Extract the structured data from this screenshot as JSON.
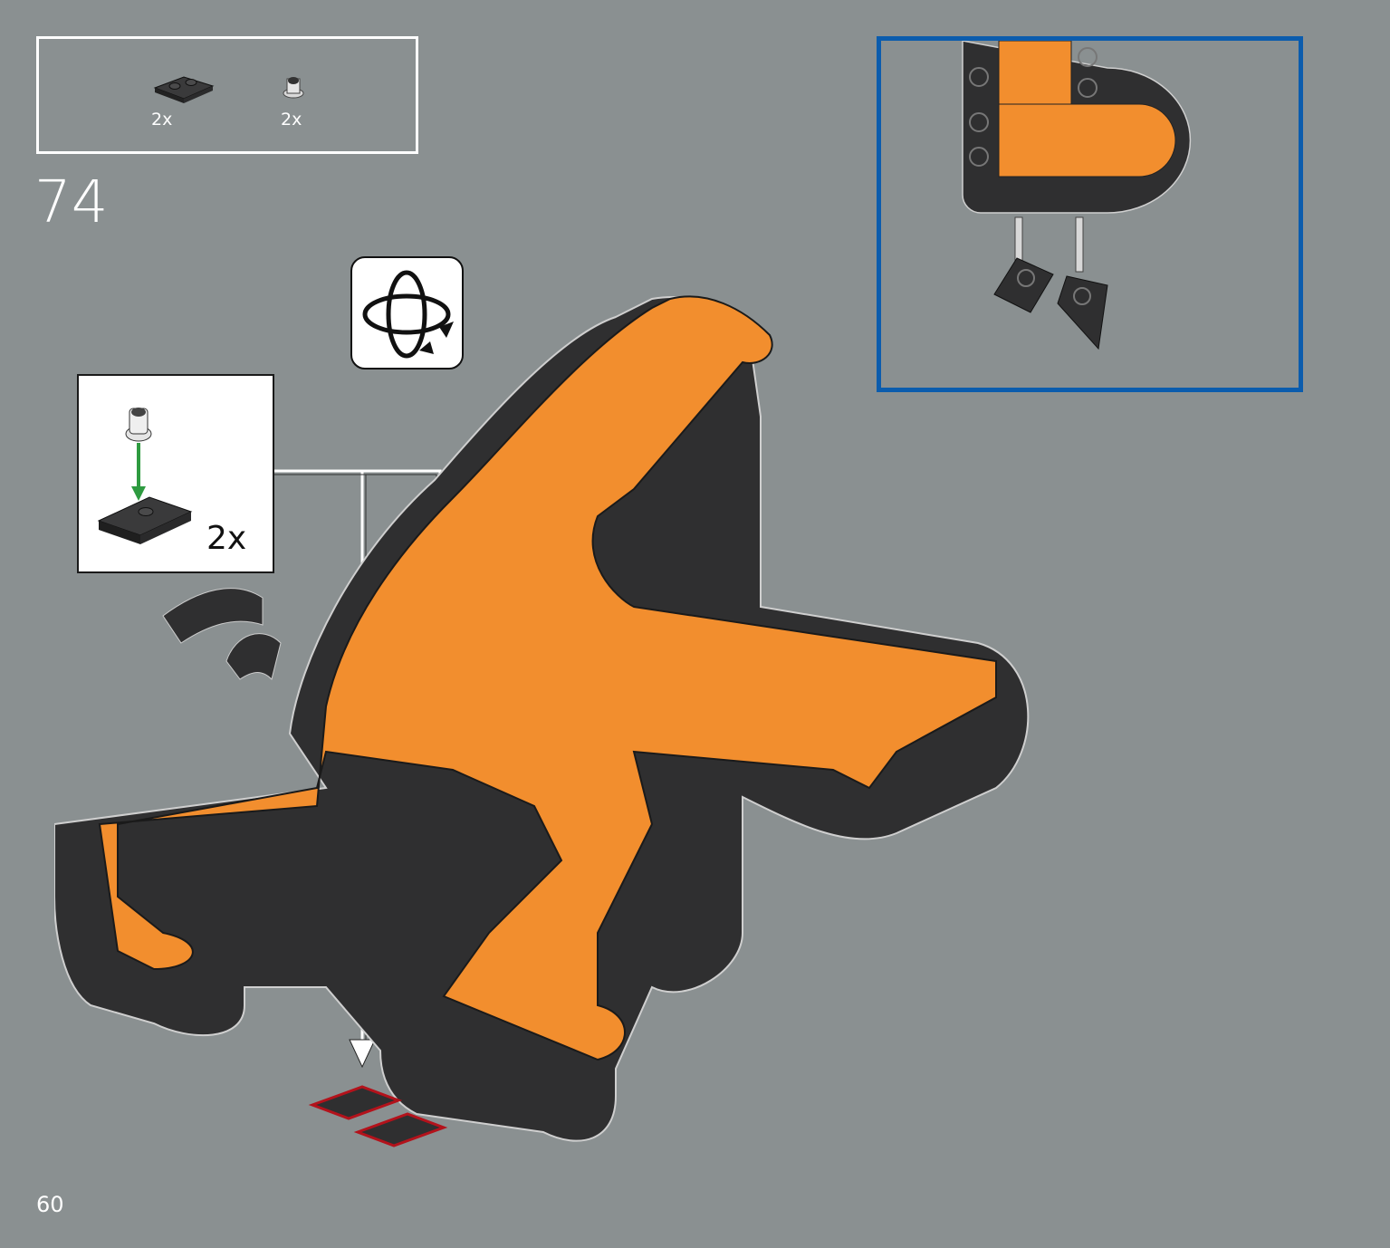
{
  "parts_list": {
    "items": [
      {
        "icon": "plate-1x2-dark-icon",
        "qty": "2x"
      },
      {
        "icon": "clip-bar-holder-icon",
        "qty": "2x"
      }
    ]
  },
  "step": {
    "number": "74"
  },
  "callout": {
    "qty": "2x"
  },
  "rotate": {
    "icon": "rotate-model-icon"
  },
  "page": {
    "number": "60"
  },
  "colors": {
    "background": "#8a9091",
    "dark_brick": "#2f2f30",
    "orange_brick": "#f28e2e",
    "detail_border": "#0b5cad",
    "highlight_red": "#b3121b",
    "arrow_green": "#2e9b40"
  }
}
